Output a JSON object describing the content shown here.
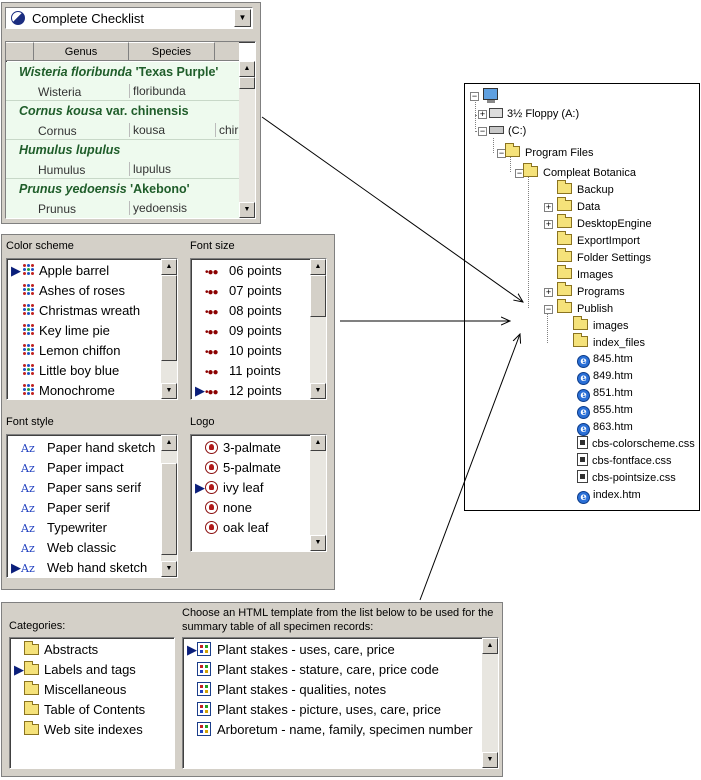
{
  "checklist": {
    "dropdown_value": "Complete Checklist",
    "columns": [
      "Genus",
      "Species"
    ],
    "rows": [
      {
        "title_bold": "Wisteria floribunda",
        "title_rest": " 'Texas Purple'",
        "genus": "Wisteria",
        "species": "floribunda",
        "extra": ""
      },
      {
        "title_bold": "Cornus kousa",
        "title_rest": " var. chinensis",
        "genus": "Cornus",
        "species": "kousa",
        "extra": "chir"
      },
      {
        "title_bold": "Humulus lupulus",
        "title_rest": "",
        "genus": "Humulus",
        "species": "lupulus",
        "extra": ""
      },
      {
        "title_bold": "Prunus yedoensis",
        "title_rest": " 'Akebono'",
        "genus": "Prunus",
        "species": "yedoensis",
        "extra": ""
      }
    ]
  },
  "color_scheme": {
    "label": "Color scheme",
    "items": [
      "Apple barrel",
      "Ashes of roses",
      "Christmas wreath",
      "Key lime pie",
      "Lemon chiffon",
      "Little boy blue",
      "Monochrome"
    ],
    "selected_index": 0
  },
  "font_size": {
    "label": "Font size",
    "items": [
      "06 points",
      "07 points",
      "08 points",
      "09 points",
      "10 points",
      "11 points",
      "12 points"
    ],
    "selected_index": 6
  },
  "font_style": {
    "label": "Font style",
    "icon_text": "Az",
    "items": [
      "Paper hand sketch",
      "Paper impact",
      "Paper sans serif",
      "Paper serif",
      "Typewriter",
      "Web classic",
      "Web hand sketch"
    ],
    "selected_index": 6
  },
  "logo": {
    "label": "Logo",
    "items": [
      "3-palmate",
      "5-palmate",
      "ivy leaf",
      "none",
      "oak leaf"
    ],
    "selected_index": 2
  },
  "categories": {
    "label": "Categories:",
    "items": [
      "Abstracts",
      "Labels and tags",
      "Miscellaneous",
      "Table of Contents",
      "Web site indexes"
    ],
    "selected_index": 1
  },
  "templates": {
    "instruction": "Choose an HTML template from the list below to be used for the summary table of all specimen records:",
    "items": [
      "Plant stakes - uses, care, price",
      "Plant stakes - stature, care, price code",
      "Plant stakes - qualities, notes",
      "Plant stakes - picture, uses, care, price",
      "Arboretum - name, family, specimen number"
    ],
    "selected_index": 0
  },
  "tree": {
    "nodes": [
      {
        "label": "3½ Floppy (A:)"
      },
      {
        "label": "(C:)"
      },
      {
        "label": "Program Files"
      },
      {
        "label": "Compleat Botanica"
      },
      {
        "label": "Backup"
      },
      {
        "label": "Data"
      },
      {
        "label": "DesktopEngine"
      },
      {
        "label": "ExportImport"
      },
      {
        "label": "Folder Settings"
      },
      {
        "label": "Images"
      },
      {
        "label": "Programs"
      },
      {
        "label": "Publish"
      },
      {
        "label": "images"
      },
      {
        "label": "index_files"
      },
      {
        "label": "845.htm"
      },
      {
        "label": "849.htm"
      },
      {
        "label": "851.htm"
      },
      {
        "label": "855.htm"
      },
      {
        "label": "863.htm"
      },
      {
        "label": "cbs-colorscheme.css"
      },
      {
        "label": "cbs-fontface.css"
      },
      {
        "label": "cbs-pointsize.css"
      },
      {
        "label": "index.htm"
      }
    ]
  },
  "colors": {
    "panel_bg": "#d4d0c8",
    "checklist_row_bg": "#eefaee",
    "checklist_title": "#1f5d2a",
    "selection_pointer": "#0a1e7a"
  }
}
